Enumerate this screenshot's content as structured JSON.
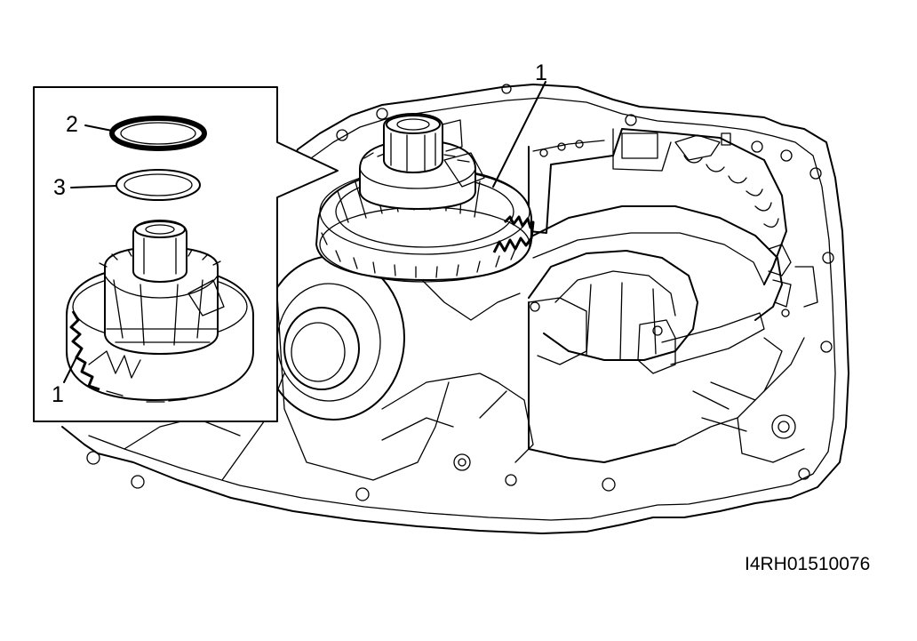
{
  "callouts": {
    "main_part": "1",
    "inset_seal": "2",
    "inset_washer": "3",
    "inset_part": "1"
  },
  "figure_id": "I4RH01510076",
  "colors": {
    "ink": "#000000",
    "paper": "#ffffff"
  }
}
